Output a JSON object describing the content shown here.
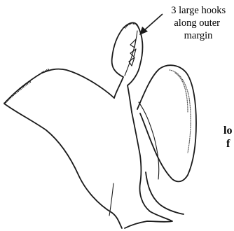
{
  "annotation": {
    "line1": "3 large hooks",
    "line2": "along outer",
    "line3": "margin"
  },
  "side_labels": {
    "line1": "lo",
    "line2": "f"
  }
}
